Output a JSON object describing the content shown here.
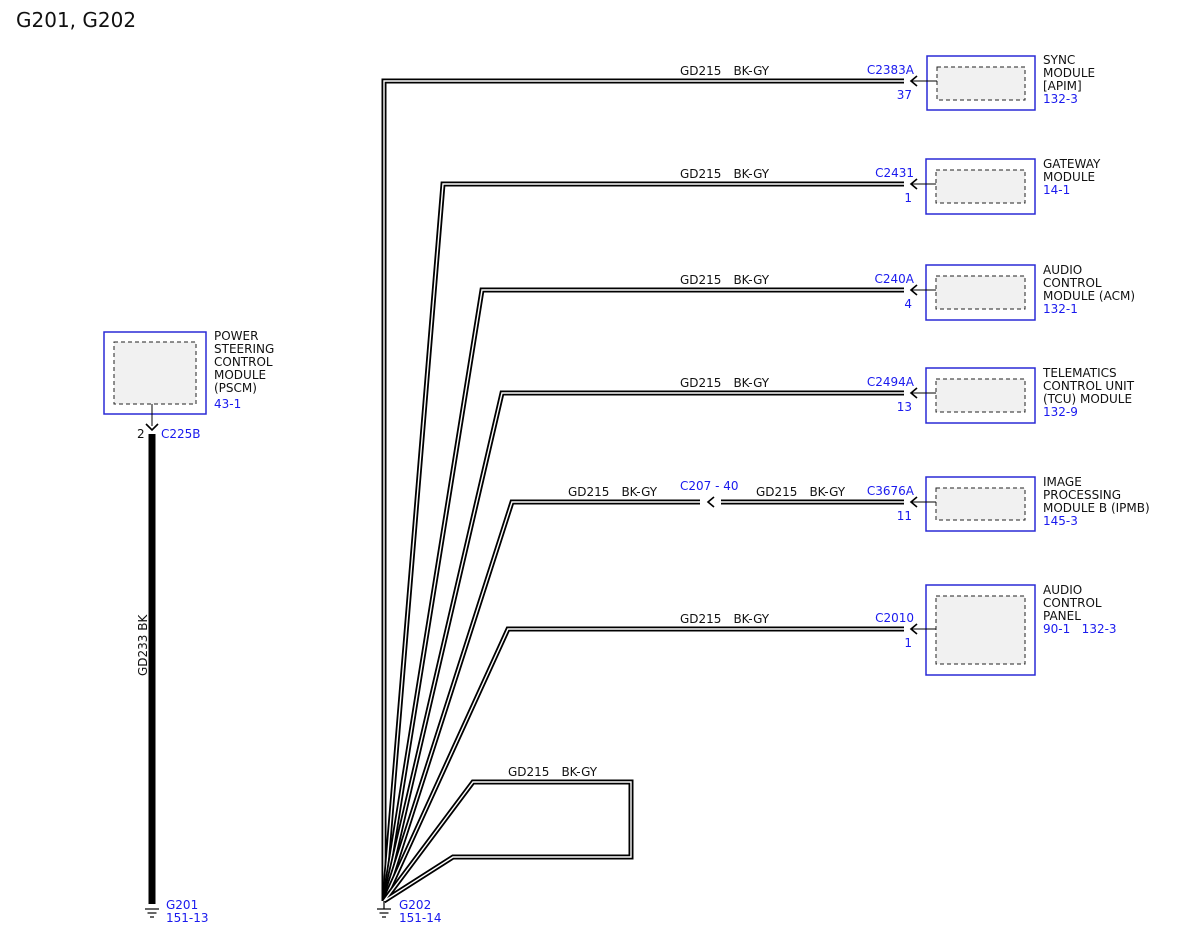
{
  "title": "G201, G202",
  "pscm": {
    "name_lines": [
      "POWER",
      "STEERING",
      "CONTROL",
      "MODULE",
      "(PSCM)"
    ],
    "ref": "43-1",
    "pin": "2",
    "connector": "C225B",
    "wire_label": "GD233  BK"
  },
  "g201": {
    "name": "G201",
    "ref": "151-13"
  },
  "g202": {
    "name": "G202",
    "ref": "151-14"
  },
  "modules": [
    {
      "name_lines": [
        "SYNC",
        "MODULE",
        "[APIM]"
      ],
      "ref": "132-3",
      "connector": "C2383A",
      "pin": "37",
      "wire": "GD215",
      "color": "BK-GY"
    },
    {
      "name_lines": [
        "GATEWAY",
        "MODULE"
      ],
      "ref": "14-1",
      "connector": "C2431",
      "pin": "1",
      "wire": "GD215",
      "color": "BK-GY"
    },
    {
      "name_lines": [
        "AUDIO",
        "CONTROL",
        "MODULE (ACM)"
      ],
      "ref": "132-1",
      "connector": "C240A",
      "pin": "4",
      "wire": "GD215",
      "color": "BK-GY"
    },
    {
      "name_lines": [
        "TELEMATICS",
        "CONTROL UNIT",
        "(TCU) MODULE"
      ],
      "ref": "132-9",
      "connector": "C2494A",
      "pin": "13",
      "wire": "GD215",
      "color": "BK-GY"
    },
    {
      "name_lines": [
        "IMAGE",
        "PROCESSING",
        "MODULE B (IPMB)"
      ],
      "ref": "145-3",
      "connector": "C3676A",
      "pin": "11",
      "wire": "GD215",
      "color": "BK-GY",
      "inline": {
        "label": "C207 - 40",
        "wire": "GD215",
        "color": "BK-GY"
      }
    },
    {
      "name_lines": [
        "AUDIO",
        "CONTROL",
        "PANEL"
      ],
      "ref": "90-1   132-3",
      "connector": "C2010",
      "pin": "1",
      "wire": "GD215",
      "color": "BK-GY"
    }
  ],
  "loop": {
    "wire": "GD215",
    "color": "BK-GY"
  }
}
